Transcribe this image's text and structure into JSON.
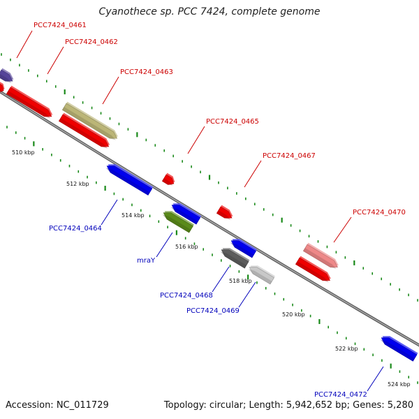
{
  "title": "Cyanothece sp. PCC 7424, complete genome",
  "footer": {
    "accession": "Accession: NC_011729",
    "topology": "Topology: circular; Length: 5,942,652 bp; Genes: 5,280"
  },
  "colors": {
    "backbone": "#888888",
    "tick": "#1a8a1a",
    "label_forward": "#cc0000",
    "label_reverse": "#0000bb"
  },
  "kbp_labels": [
    "510 kbp",
    "512 kbp",
    "514 kbp",
    "516 kbp",
    "518 kbp",
    "520 kbp",
    "522 kbp",
    "524 kbp"
  ],
  "genes": [
    {
      "label": "",
      "color": "#554499",
      "strand": "plus"
    },
    {
      "label": "PCC7424_0461",
      "color": "#ee0000",
      "strand": "plus"
    },
    {
      "label": "PCC7424_0462",
      "color": "#ee0000",
      "strand": "plus"
    },
    {
      "label": "PCC7424_0463",
      "color": "#bbb577",
      "strand": "plus"
    },
    {
      "label": "PCC7424_0464",
      "color": "#0000ee",
      "strand": "minus"
    },
    {
      "label": "PCC7424_0465",
      "color": "#ee0000",
      "strand": "plus"
    },
    {
      "label": "mraY",
      "color": "#5a8a1a",
      "strand": "minus"
    },
    {
      "label": "",
      "color": "#0000ee",
      "strand": "minus"
    },
    {
      "label": "PCC7424_0467",
      "color": "#ee0000",
      "strand": "plus"
    },
    {
      "label": "PCC7424_0468",
      "color": "#5c5c5c",
      "strand": "minus"
    },
    {
      "label": "",
      "color": "#0000ee",
      "strand": "minus"
    },
    {
      "label": "PCC7424_0469",
      "color": "#c8c8c8",
      "strand": "minus"
    },
    {
      "label": "PCC7424_0470",
      "color": "#ee8888",
      "strand": "plus"
    },
    {
      "label": "",
      "color": "#ee0000",
      "strand": "plus"
    },
    {
      "label": "PCC7424_0472",
      "color": "#0000ee",
      "strand": "minus"
    }
  ]
}
